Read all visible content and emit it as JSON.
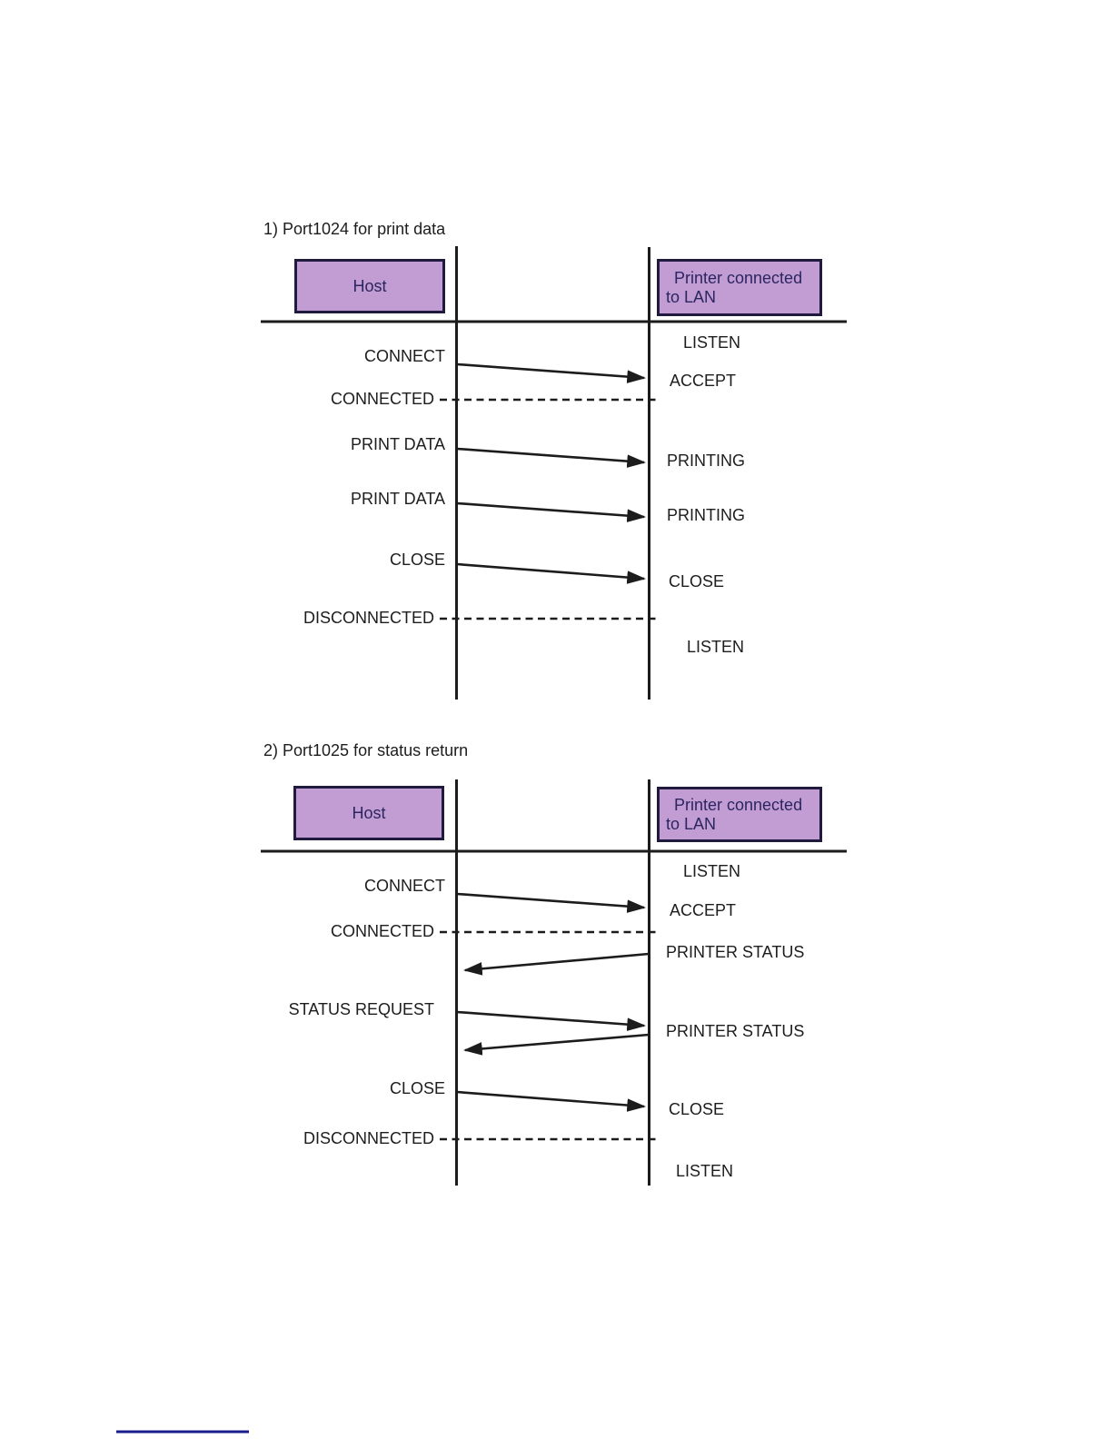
{
  "colors": {
    "box_fill": "#c29dd4",
    "box_border": "#201a3e",
    "box_text": "#2c2560",
    "diagram_line": "#1c1c1c",
    "label_text": "#1d1d1d",
    "footer_line": "#1b1b8e",
    "background": "#ffffff"
  },
  "diagrams": [
    {
      "title": "1) Port1024 for print data",
      "host_label": "Host",
      "printer_label_line1": "Printer connected",
      "printer_label_line2": "to LAN",
      "host_messages": {
        "connect": "CONNECT",
        "connected": "CONNECTED",
        "print_data_1": "PRINT DATA",
        "print_data_2": "PRINT DATA",
        "close": "CLOSE",
        "disconnected": "DISCONNECTED"
      },
      "printer_states": {
        "listen_1": "LISTEN",
        "accept": "ACCEPT",
        "printing_1": "PRINTING",
        "printing_2": "PRINTING",
        "close": "CLOSE",
        "listen_2": "LISTEN"
      }
    },
    {
      "title": "2) Port1025 for status return",
      "host_label": "Host",
      "printer_label_line1": "Printer connected",
      "printer_label_line2": "to LAN",
      "host_messages": {
        "connect": "CONNECT",
        "connected": "CONNECTED",
        "status_request": "STATUS REQUEST",
        "close": "CLOSE",
        "disconnected": "DISCONNECTED"
      },
      "printer_states": {
        "listen_1": "LISTEN",
        "accept": "ACCEPT",
        "printer_status_1": "PRINTER STATUS",
        "printer_status_2": "PRINTER STATUS",
        "close": "CLOSE",
        "listen_2": "LISTEN"
      }
    }
  ]
}
